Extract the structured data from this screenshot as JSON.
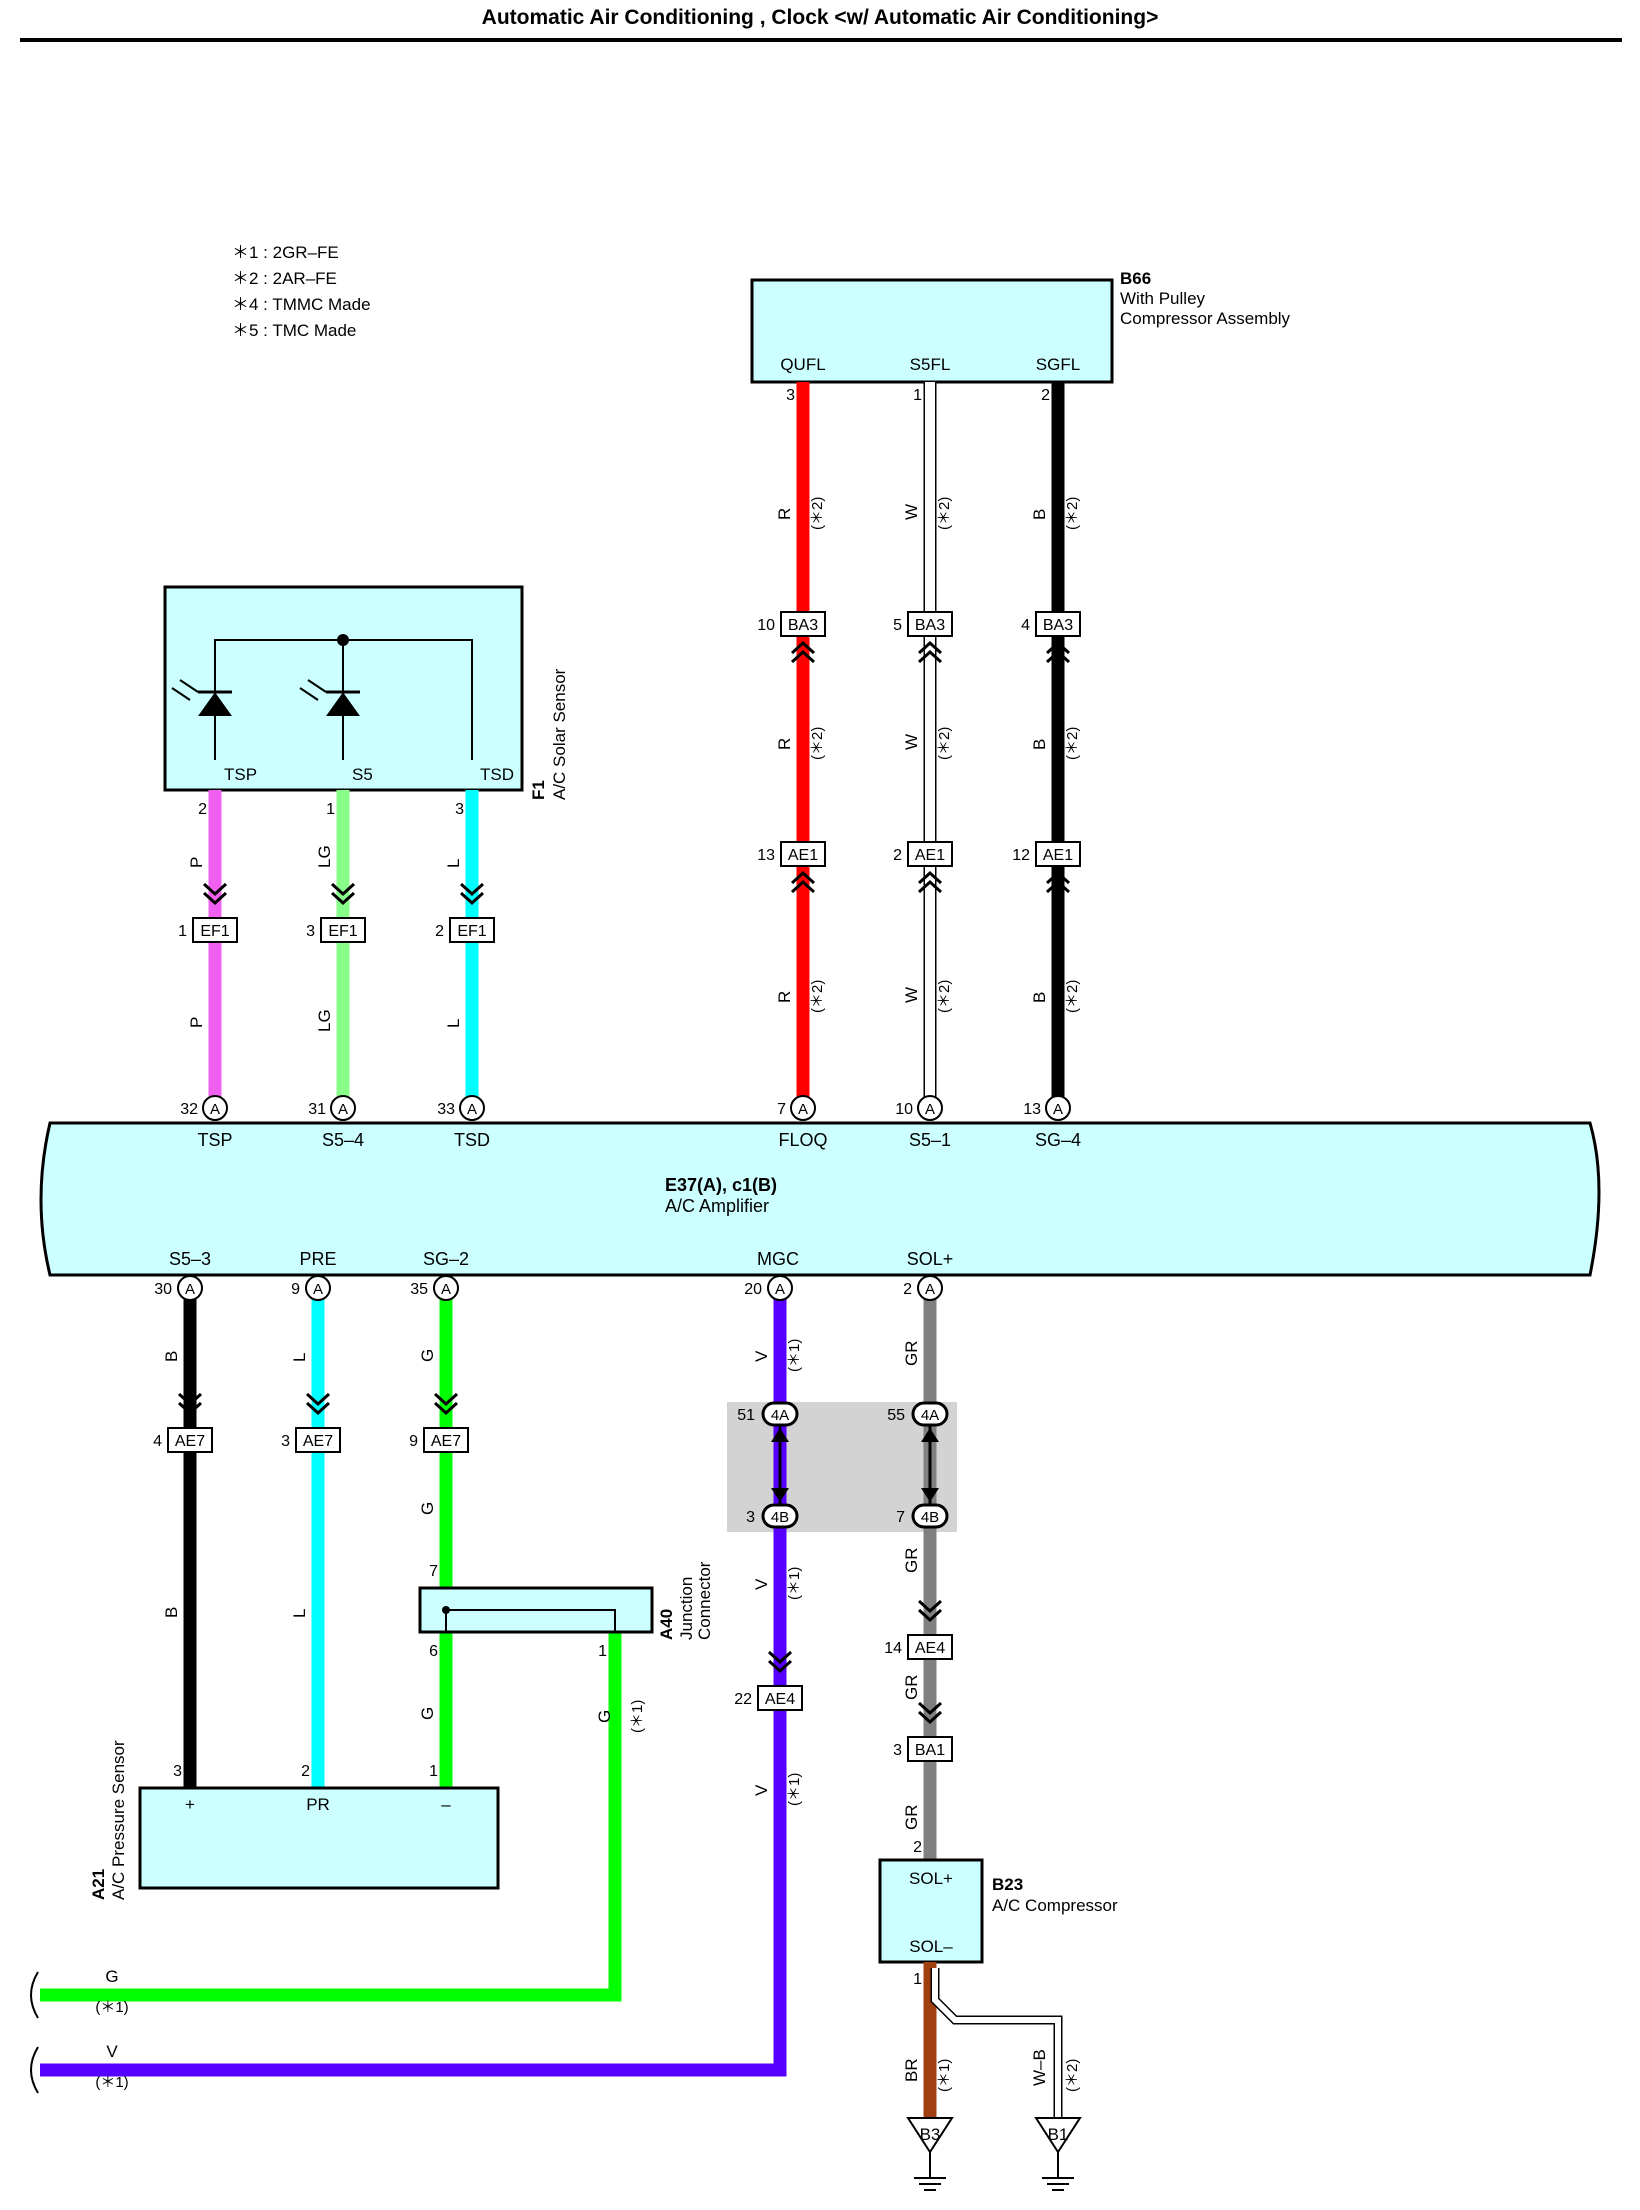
{
  "title": "Automatic Air Conditioning , Clock <w/ Automatic Air Conditioning>",
  "notes": [
    "＊1 : 2GR–FE",
    "＊2 : 2AR–FE",
    "＊4 : TMMC Made",
    "＊5 : TMC Made"
  ],
  "colors": {
    "box_fill": "#ccffff",
    "junction_fill": "#d3d3d3",
    "R": "#ff0000",
    "W": "#ffffff",
    "B": "#000000",
    "P": "#f060f0",
    "LG": "#88ff88",
    "L": "#00ffff",
    "G": "#00ff00",
    "V": "#5500ff",
    "GR": "#808080",
    "BR": "#a04010",
    "W-B": "#ffffff"
  },
  "components": {
    "compressor_assembly": {
      "code": "B66",
      "name_line1": "With Pulley",
      "name_line2": "Compressor Assembly",
      "pins": [
        "QUFL",
        "S5FL",
        "SGFL"
      ]
    },
    "solar_sensor": {
      "code": "F1",
      "name": "A/C Solar Sensor",
      "pins": [
        "TSP",
        "S5",
        "TSD"
      ]
    },
    "amplifier": {
      "code": "E37(A), c1(B)",
      "name": "A/C Amplifier",
      "top_pins": [
        "TSP",
        "S5–4",
        "TSD",
        "FLOQ",
        "S5–1",
        "SG–4"
      ],
      "bottom_pins": [
        "S5–3",
        "PRE",
        "SG–2",
        "MGC",
        "SOL+"
      ]
    },
    "pressure_sensor": {
      "code": "A21",
      "name": "A/C Pressure Sensor",
      "pins": [
        "+",
        "PR",
        "–"
      ]
    },
    "junction_connector": {
      "code": "A40",
      "name_line1": "Junction",
      "name_line2": "Connector"
    },
    "ac_compressor": {
      "code": "B23",
      "name": "A/C Compressor",
      "pins": [
        "SOL+",
        "SOL–"
      ]
    },
    "grounds": [
      "B3",
      "B1"
    ]
  },
  "connectors": {
    "BA3": "BA3",
    "AE1": "AE1",
    "EF1": "EF1",
    "AE7": "AE7",
    "AE4": "AE4",
    "BA1": "BA1",
    "J4A": "4A",
    "J4B": "4B",
    "amp_A": "A"
  },
  "pins": {
    "QUFL": "3",
    "S5FL": "1",
    "SGFL": "2",
    "BA3_R": "10",
    "BA3_W": "5",
    "BA3_B": "4",
    "AE1_R": "13",
    "AE1_W": "2",
    "AE1_B": "12",
    "F1_TSP": "2",
    "F1_S5": "1",
    "F1_TSD": "3",
    "EF1_P": "1",
    "EF1_LG": "3",
    "EF1_L": "2",
    "amp_TSP": "32",
    "amp_S54": "31",
    "amp_TSD": "33",
    "amp_FLOQ": "7",
    "amp_S51": "10",
    "amp_SG4": "13",
    "amp_S53": "30",
    "amp_PRE": "9",
    "amp_SG2": "35",
    "amp_MGC": "20",
    "amp_SOL": "2",
    "AE7_B": "4",
    "AE7_L": "3",
    "AE7_G": "9",
    "A40_in": "7",
    "A40_out6": "6",
    "A40_out1": "1",
    "A21_plus": "3",
    "A21_PR": "2",
    "A21_minus": "1",
    "J4A_V": "51",
    "J4A_GR": "55",
    "J4B_V": "3",
    "J4B_GR": "7",
    "AE4_V": "22",
    "AE4_GR": "14",
    "BA1_GR": "3",
    "B23_SOLp": "2",
    "B23_SOLm": "1"
  },
  "wire_labels": {
    "R": "R",
    "W": "W",
    "B": "B",
    "P": "P",
    "LG": "LG",
    "L": "L",
    "G": "G",
    "V": "V",
    "GR": "GR",
    "BR": "BR",
    "WB": "W–B"
  },
  "markers": {
    "s1": "(＊1)",
    "s2": "(＊2)"
  }
}
